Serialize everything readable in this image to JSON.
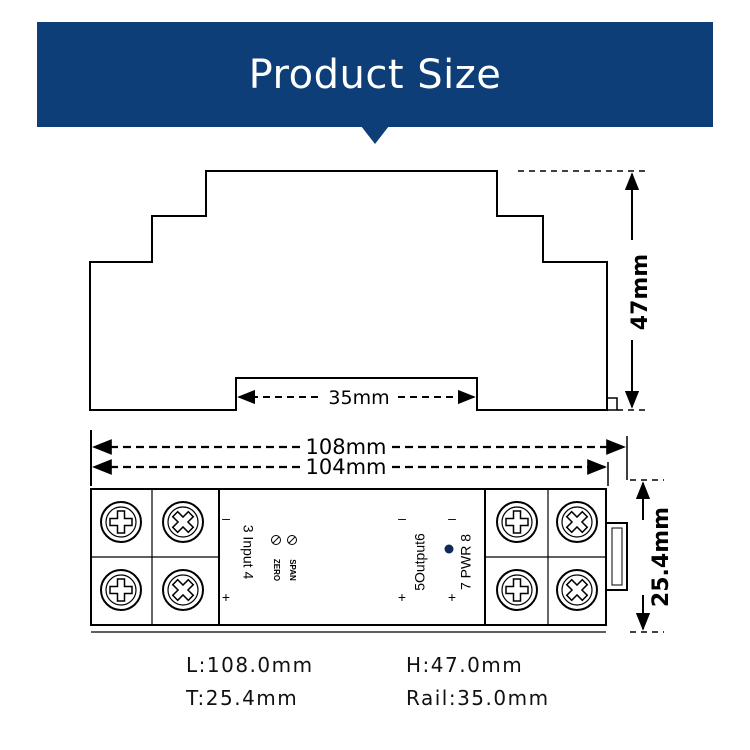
{
  "banner": {
    "title": "Product Size"
  },
  "dimensions": {
    "height_label": "47mm",
    "rail_label": "35mm",
    "length_outer_label": "108mm",
    "length_inner_label": "104mm",
    "thickness_label": "25.4mm"
  },
  "terminals": {
    "input_label": "3 Input 4",
    "output_label": "5Output6",
    "pwr_label": "7  PWR  8",
    "zero_label": "ZERO",
    "span_label": "SPAN",
    "plus": "+",
    "minus": "–"
  },
  "specs": {
    "length": "L:108.0mm",
    "height": "H:47.0mm",
    "thickness": "T:25.4mm",
    "rail": "Rail:35.0mm"
  }
}
